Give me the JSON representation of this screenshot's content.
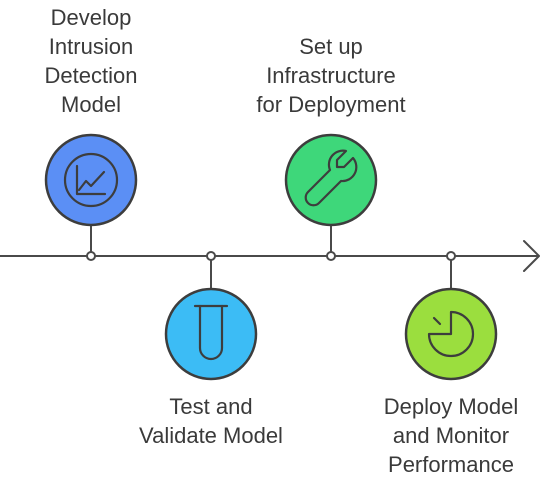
{
  "diagram": {
    "type": "timeline",
    "colors": {
      "line": "#4a4a4a",
      "outline": "#3d3d3d",
      "step_1": "#5b8ff5",
      "step_2": "#3cbcf5",
      "step_3": "#3ed77a",
      "step_4": "#9bde3e"
    },
    "steps": [
      {
        "label": "Develop\nIntrusion\nDetection\nModel",
        "icon": "line-chart-icon",
        "position": "above"
      },
      {
        "label": "Test and\nValidate Model",
        "icon": "test-tube-icon",
        "position": "below"
      },
      {
        "label": "Set up\nInfrastructure\nfor Deployment",
        "icon": "wrench-icon",
        "position": "above"
      },
      {
        "label": "Deploy Model\nand Monitor\nPerformance",
        "icon": "pie-chart-icon",
        "position": "below"
      }
    ]
  }
}
